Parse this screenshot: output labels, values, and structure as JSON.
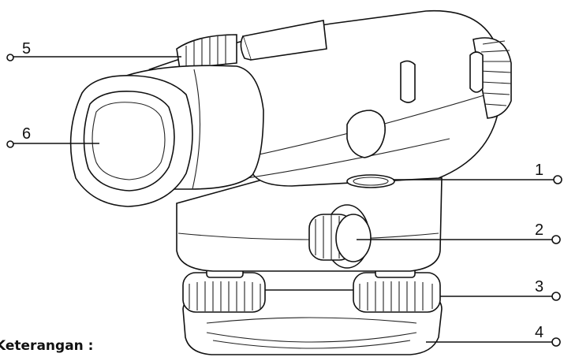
{
  "diagram": {
    "callouts": [
      {
        "id": "1",
        "label": "1"
      },
      {
        "id": "2",
        "label": "2"
      },
      {
        "id": "3",
        "label": "3"
      },
      {
        "id": "4",
        "label": "4"
      },
      {
        "id": "5",
        "label": "5"
      },
      {
        "id": "6",
        "label": "6"
      }
    ],
    "caption": "Keterangan :"
  }
}
